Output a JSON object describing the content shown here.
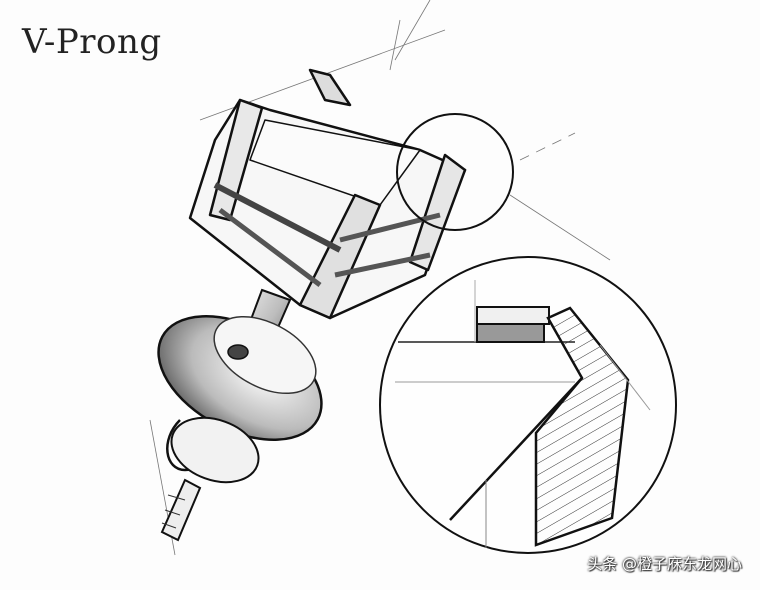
{
  "title": "V-Prong",
  "watermark": "头条 @橙子庥东龙网心",
  "illustration": {
    "subject": "square-stone stud earring with V-prong setting",
    "detail_callout": "magnified V-prong corner",
    "colors": {
      "ink": "#1a1a1a",
      "shade": "#8a8a8a",
      "paper": "#fdfdfd"
    }
  }
}
